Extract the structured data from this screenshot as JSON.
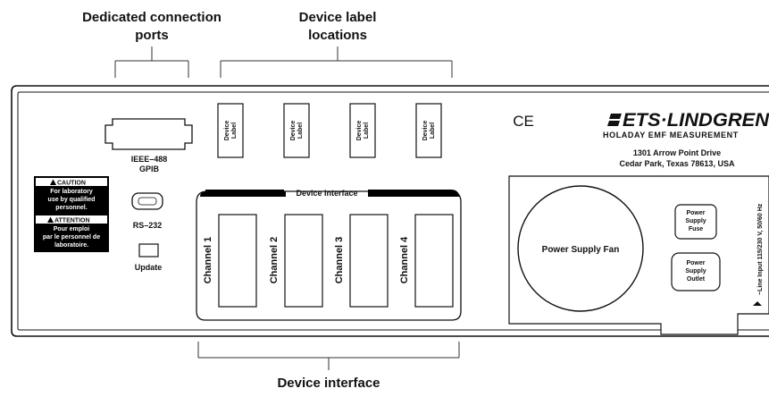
{
  "callouts": {
    "ports_line1": "Dedicated connection",
    "ports_line2": "ports",
    "labels_line1": "Device label",
    "labels_line2": "locations",
    "interface": "Device interface"
  },
  "panel": {
    "gpib_line1": "IEEE–488",
    "gpib_line2": "GPIB",
    "rs232": "RS–232",
    "update": "Update",
    "caution_title": "CAUTION",
    "caution_lines": [
      "For laboratory",
      "use by qualified",
      "personnel."
    ],
    "attention_title": "ATTENTION",
    "attention_lines": [
      "Pour emploi",
      "par le personnel de",
      "laboratoire."
    ],
    "device_label_line1": "Device",
    "device_label_line2": "Label",
    "device_interface_title": "Device Interface",
    "channels": [
      "Channel 1",
      "Channel 2",
      "Channel 3",
      "Channel 4"
    ],
    "ce_mark": "CE",
    "brand": "ETS·LINDGREN",
    "brand_sub": "HOLADAY EMF MEASUREMENT",
    "address_line1": "1301 Arrow Point Drive",
    "address_line2": "Cedar Park, Texas 78613, USA",
    "fan": "Power Supply Fan",
    "fuse_lines": [
      "Power",
      "Supply",
      "Fuse"
    ],
    "outlet_lines": [
      "Power",
      "Supply",
      "Outlet"
    ],
    "line_input": "~Line Input 115/230 V, 50/60 Hz"
  }
}
